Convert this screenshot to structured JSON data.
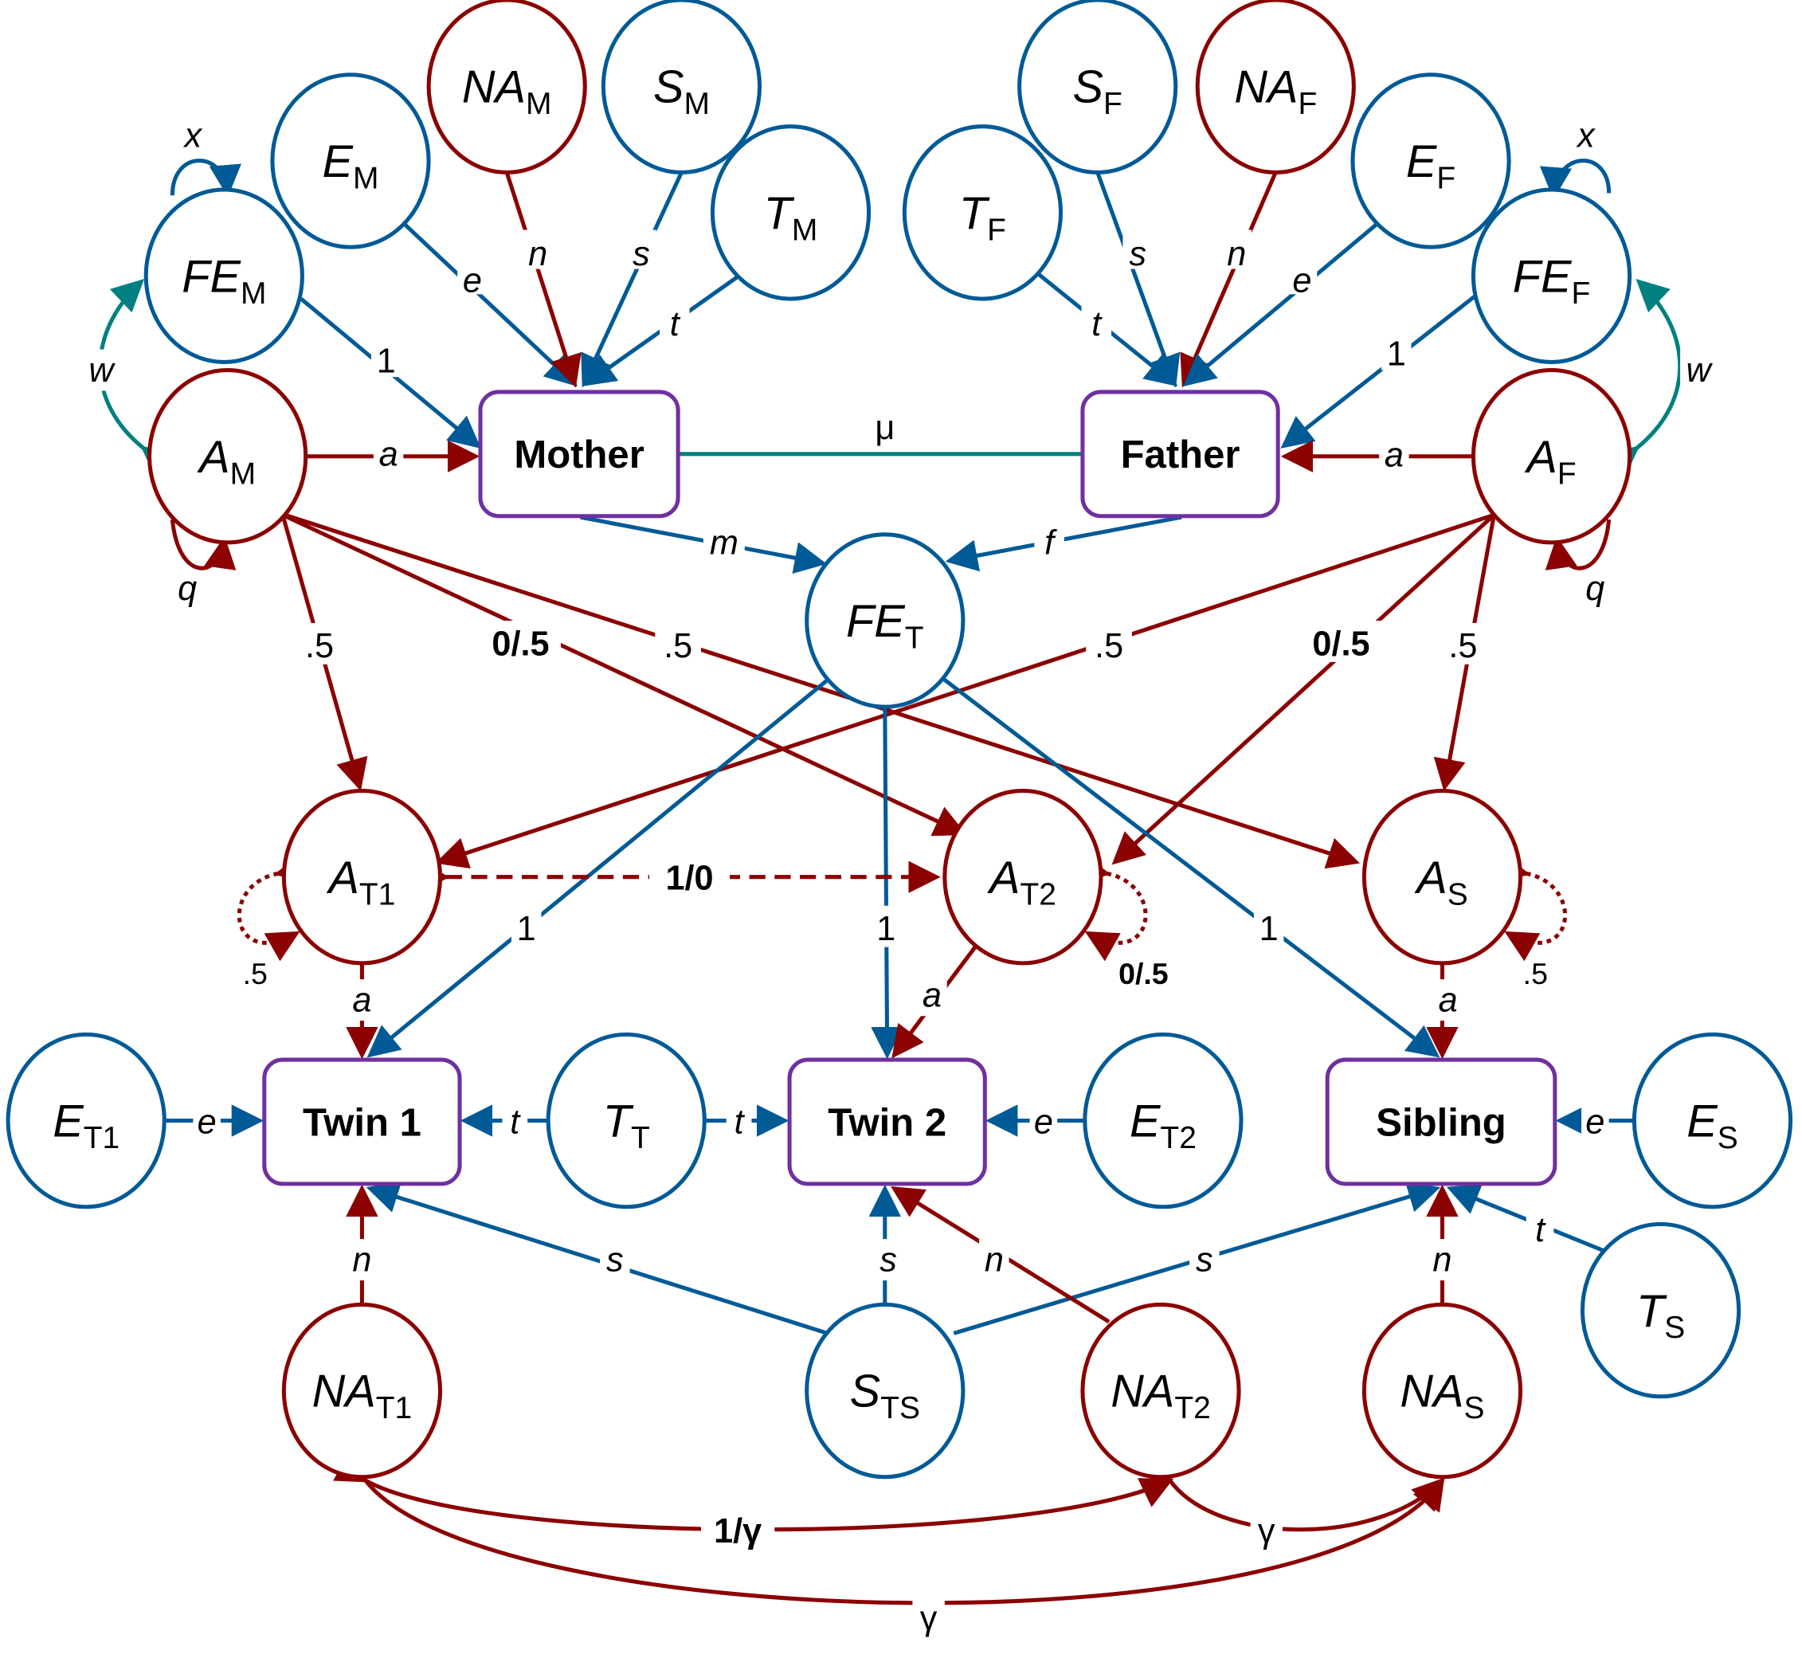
{
  "colors": {
    "environment": "#005a96",
    "genetic": "#8b0000",
    "observed": "#7030a0",
    "covariance": "#008080",
    "text": "#000000"
  },
  "observed": {
    "mother": "Mother",
    "father": "Father",
    "twin1": "Twin 1",
    "twin2": "Twin 2",
    "sibling": "Sibling"
  },
  "latent": {
    "NA_M": {
      "main": "NA",
      "sub": "M"
    },
    "S_M": {
      "main": "S",
      "sub": "M"
    },
    "E_M": {
      "main": "E",
      "sub": "M"
    },
    "T_M": {
      "main": "T",
      "sub": "M"
    },
    "FE_M": {
      "main": "FE",
      "sub": "M"
    },
    "A_M": {
      "main": "A",
      "sub": "M"
    },
    "S_F": {
      "main": "S",
      "sub": "F"
    },
    "NA_F": {
      "main": "NA",
      "sub": "F"
    },
    "T_F": {
      "main": "T",
      "sub": "F"
    },
    "E_F": {
      "main": "E",
      "sub": "F"
    },
    "FE_F": {
      "main": "FE",
      "sub": "F"
    },
    "A_F": {
      "main": "A",
      "sub": "F"
    },
    "FE_T": {
      "main": "FE",
      "sub": "T"
    },
    "A_T1": {
      "main": "A",
      "sub": "T1"
    },
    "A_T2": {
      "main": "A",
      "sub": "T2"
    },
    "A_S": {
      "main": "A",
      "sub": "S"
    },
    "E_T1": {
      "main": "E",
      "sub": "T1"
    },
    "T_T": {
      "main": "T",
      "sub": "T"
    },
    "E_T2": {
      "main": "E",
      "sub": "T2"
    },
    "E_S": {
      "main": "E",
      "sub": "S"
    },
    "T_S": {
      "main": "T",
      "sub": "S"
    },
    "NA_T1": {
      "main": "NA",
      "sub": "T1"
    },
    "S_TS": {
      "main": "S",
      "sub": "TS"
    },
    "NA_T2": {
      "main": "NA",
      "sub": "T2"
    },
    "NA_S": {
      "main": "NA",
      "sub": "S"
    }
  },
  "paths": {
    "e": "e",
    "n": "n",
    "s": "s",
    "t": "t",
    "a": "a",
    "one": "1",
    "m": "m",
    "f": "f",
    "mu": "μ",
    "w": "w",
    "x": "x",
    "q": "q",
    "half": ".5",
    "zero_half": "0/.5",
    "one_zero": "1/0",
    "one_gamma": "1/γ",
    "gamma": "γ"
  }
}
